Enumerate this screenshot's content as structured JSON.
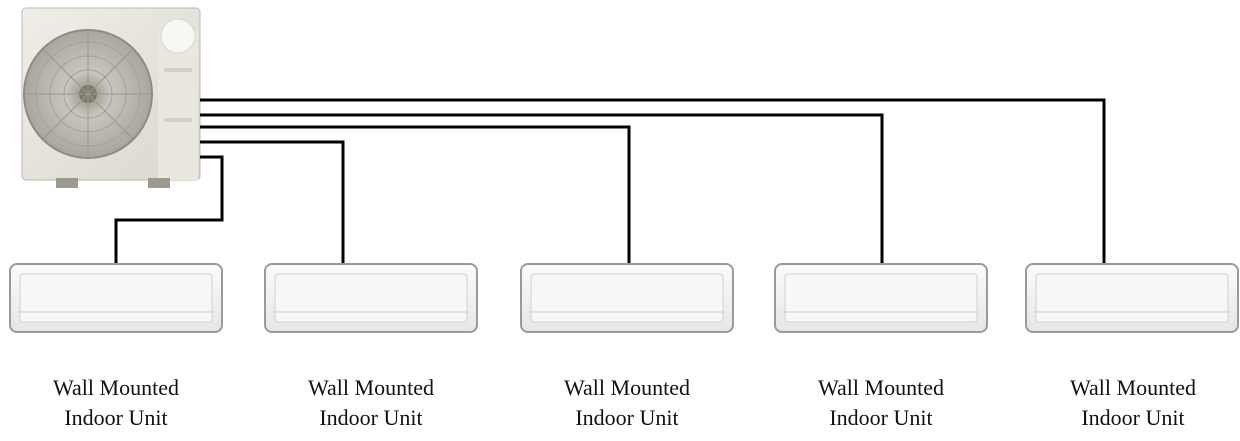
{
  "diagram": {
    "outdoor_unit": {
      "icon": "outdoor-condenser-icon",
      "body_color": "#e6e4dc",
      "fan_color": "#b7b5ad"
    },
    "pipe_color": "#000000",
    "indoor_unit_color": "#f1f1f1",
    "indoor_units": [
      {
        "line1": "Wall Mounted",
        "line2": "Indoor Unit"
      },
      {
        "line1": "Wall Mounted",
        "line2": "Indoor Unit"
      },
      {
        "line1": "Wall Mounted",
        "line2": "Indoor Unit"
      },
      {
        "line1": "Wall Mounted",
        "line2": "Indoor Unit"
      },
      {
        "line1": "Wall Mounted",
        "line2": "Indoor Unit"
      }
    ]
  }
}
